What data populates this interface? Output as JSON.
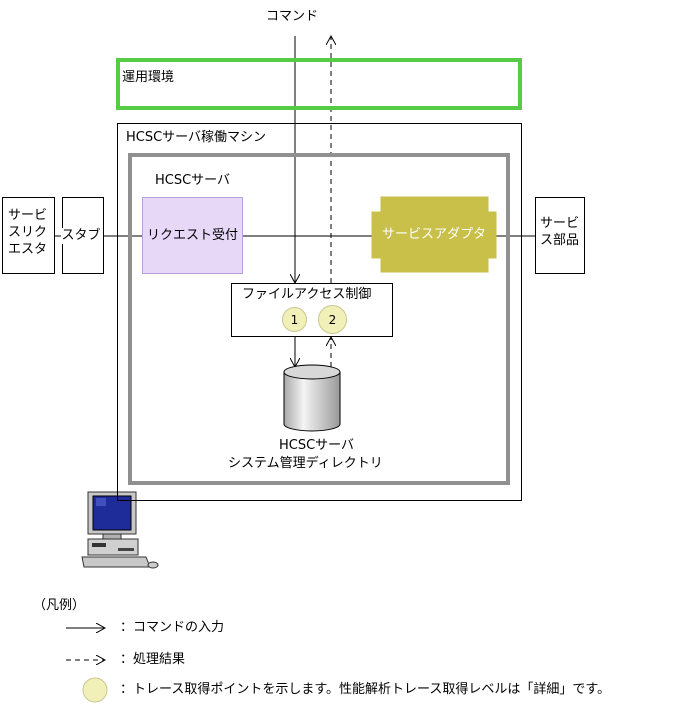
{
  "top": {
    "command_label": "コマンド"
  },
  "environment": {
    "label": "運用環境"
  },
  "machine": {
    "label": "HCSCサーバ稼働マシン"
  },
  "server": {
    "label": "HCSCサーバ"
  },
  "requester": {
    "lines": [
      "サービ",
      "スリク",
      "エスタ"
    ]
  },
  "stub": {
    "label": "スタブ"
  },
  "request_receiver": {
    "label": "リクエスト受付"
  },
  "service_adapter": {
    "label": "サービスアダプタ"
  },
  "service_component": {
    "lines": [
      "サービ",
      "ス部品"
    ]
  },
  "file_access": {
    "label": "ファイルアクセス制御",
    "trace_points": [
      "1",
      "2"
    ]
  },
  "database": {
    "line1": "HCSCサーバ",
    "line2": "システム管理ディレクトリ"
  },
  "legend": {
    "title": "（凡例）",
    "solid_arrow_desc": "：コマンドの入力",
    "dashed_arrow_desc": "：処理結果",
    "trace_point_desc": "：トレース取得ポイントを示します。性能解析トレース取得レベルは「詳細」です。"
  },
  "colors": {
    "environment_border": "#55cc44",
    "server_border": "#909090",
    "request_receiver_fill": "#e8d8f8",
    "request_receiver_border": "#b8a0d8",
    "service_adapter_fill": "#c8c048",
    "trace_point_fill": "#f0f0b8"
  },
  "icons": {
    "computer": "computer-icon",
    "database": "database-cylinder-icon"
  }
}
